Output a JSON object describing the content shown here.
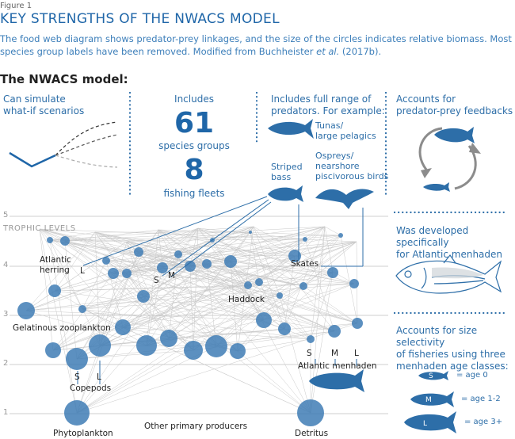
{
  "figure": {
    "label": "Figure 1",
    "title": "KEY STRENGTHS OF THE NWACS MODEL",
    "caption_main": "The food web diagram shows predator-prey linkages, and the size of the circles indicates relative biomass. Most species group labels have been removed. Modified from Buchheister ",
    "caption_etal": "et al.",
    "caption_end": " (2017b)."
  },
  "model_title": "The NWACS model:",
  "panels": {
    "whatif": {
      "line1": "Can simulate",
      "line2": "what-if scenarios"
    },
    "includes": {
      "heading": "Includes",
      "number1": "61",
      "label1": "species groups",
      "number2": "8",
      "label2": "fishing fleets"
    },
    "predators": {
      "line1": "Includes full range of",
      "line2": "predators. For example:",
      "tunas1": "Tunas/",
      "tunas2": "large pelagics",
      "striped1": "Striped",
      "striped2": "bass",
      "ospreys1": "Ospreys/",
      "ospreys2": "nearshore",
      "ospreys3": "piscivorous birds"
    },
    "feedbacks": {
      "line1": "Accounts for",
      "line2": "predator-prey feedbacks"
    },
    "menhaden": {
      "line1": "Was developed specifically",
      "line2": "for Atlantic menhaden"
    },
    "size": {
      "line1": "Accounts for size selectivity",
      "line2": "of fisheries using three",
      "line3": "menhaden age classes:"
    }
  },
  "legend": [
    {
      "code": "S",
      "text": "= age 0"
    },
    {
      "code": "M",
      "text": "= age 1-2"
    },
    {
      "code": "L",
      "text": "= age 3+"
    }
  ],
  "foodweb": {
    "trophic_label": "TROPHIC LEVELS",
    "levels": [
      "5",
      "4",
      "3",
      "2",
      "1"
    ],
    "labels": {
      "herring1": "Atlantic",
      "herring2": "herring",
      "herring_L": "L",
      "bass_S": "S",
      "bass_M": "M",
      "skates": "Skates",
      "haddock": "Haddock",
      "gelatinous": "Gelatinous zooplankton",
      "copepods": "Copepods",
      "copepods_S": "S",
      "copepods_L": "L",
      "menhaden_S": "S",
      "menhaden_M": "M",
      "menhaden_L": "L",
      "menhaden": "Atlantic menhaden",
      "phytoplankton": "Phytoplankton",
      "other_producers": "Other primary producers",
      "detritus": "Detritus"
    }
  },
  "colors": {
    "accent": "#1f66a8",
    "node": "#3f7cb5",
    "web": "#c9c9c9",
    "dots": "#2d6ea8"
  }
}
